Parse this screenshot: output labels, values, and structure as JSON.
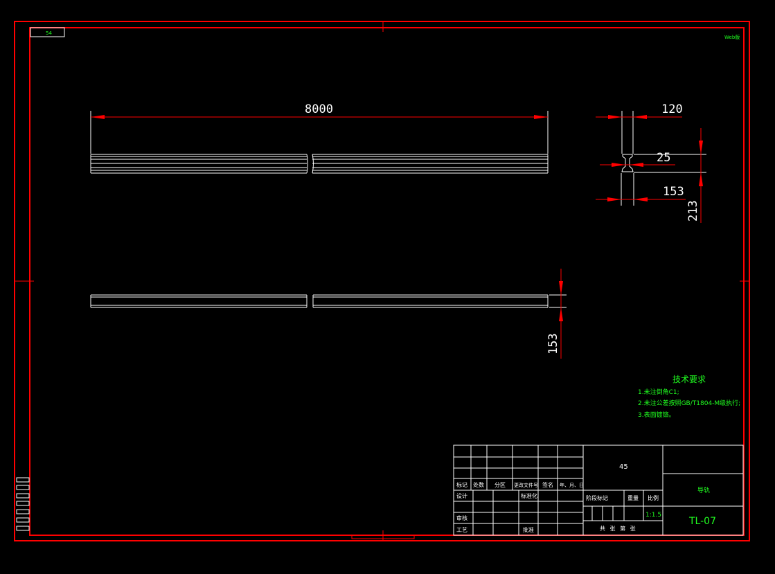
{
  "drawing": {
    "top_left_tag": "54",
    "top_right_tag": "Web版",
    "dimensions": {
      "length": "8000",
      "flange_width": "120",
      "web_thickness": "25",
      "section_width": "153",
      "section_height": "213",
      "bottom_view_height": "153"
    },
    "notes": {
      "title": "技术要求",
      "items": [
        "1.未注倒角C1;",
        "2.未注公差按照GB/T1804-M级执行;",
        "3.表面镀铬。"
      ]
    },
    "title_block": {
      "material": "45",
      "part_name": "导轨",
      "drawing_number": "TL-07",
      "scale_value": "1:1.5",
      "header_labels": [
        "标记",
        "处数",
        "分区",
        "更改文件号",
        "签名",
        "年、月、日"
      ],
      "labels": {
        "design": "设计",
        "standardization": "标准化",
        "review": "审核",
        "process": "工艺",
        "approve": "批准",
        "stage_mark": "阶段标记",
        "weight": "重量",
        "scale": "比例",
        "sheets": "共 张 第 张"
      }
    },
    "colors": {
      "border": "#ff0000",
      "lines": "#ffffff",
      "text_green": "#20ff20",
      "background": "#000000"
    }
  }
}
